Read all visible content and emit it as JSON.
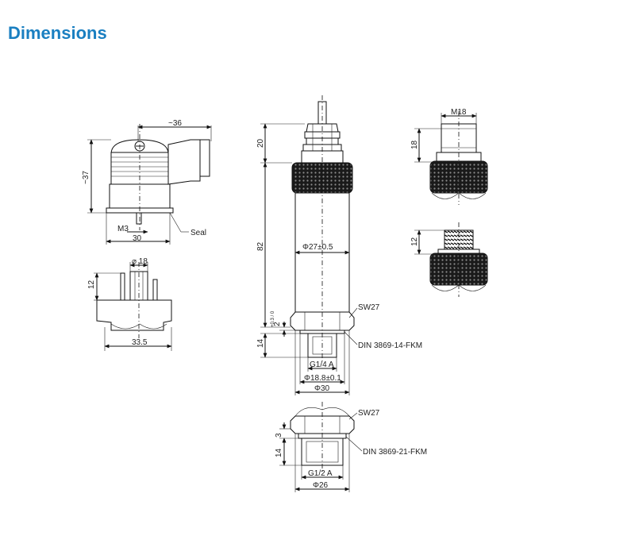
{
  "page": {
    "title": "Dimensions"
  },
  "colors": {
    "title": "#1a7fc1",
    "line": "#111111",
    "knurl": "#1a1a1a"
  },
  "connector": {
    "length": "~36",
    "height": "~37",
    "thread": "M3",
    "width": "30",
    "seal_label": "Seal"
  },
  "socket": {
    "diameter": "⌀ 18",
    "height": "12",
    "width": "33.5"
  },
  "sensor": {
    "top_height": "20",
    "body_length": "82",
    "body_diameter": "Φ27±0.5",
    "wrench": "SW27",
    "tolerance": "+0.3 / 0",
    "step": "2",
    "thread_length": "14",
    "seal": "DIN 3869-14-FKM",
    "thread": "G1/4 A",
    "seal_diameter": "Φ18.8±0.1",
    "base_diameter": "Φ30"
  },
  "variant": {
    "wrench": "SW27",
    "step": "3",
    "thread_length": "14",
    "seal": "DIN 3869-21-FKM",
    "thread": "G1/2 A",
    "base_diameter": "Φ26"
  },
  "m18_connector": {
    "thread": "M18",
    "height": "18"
  },
  "m12_connector": {
    "height": "12"
  }
}
